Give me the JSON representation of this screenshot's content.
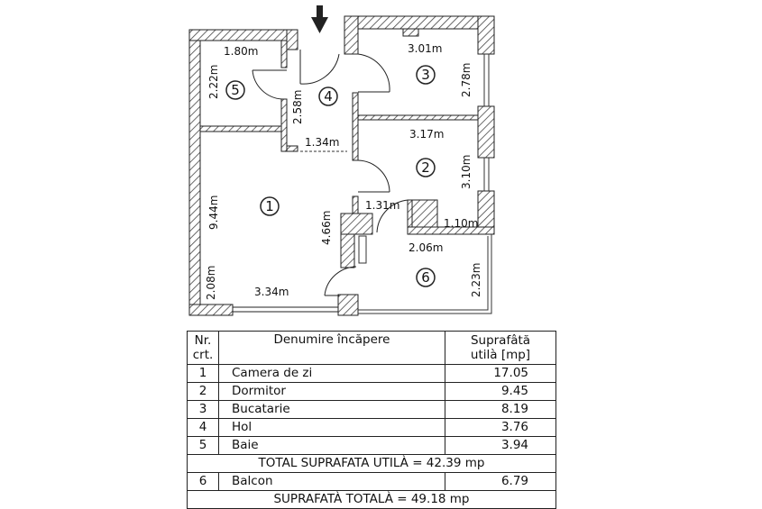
{
  "plan": {
    "dimensions": [
      "1.80m",
      "2.22m",
      "2.58m",
      "3.01m",
      "2.78m",
      "1.34m",
      "3.17m",
      "3.10m",
      "9.44m",
      "4.66m",
      "1.31m",
      "1.10m",
      "2.06m",
      "2.08m",
      "3.34m",
      "2.23m"
    ],
    "room_numbers": [
      "1",
      "2",
      "3",
      "4",
      "5",
      "6"
    ],
    "entrance_icon": "arrow-down-icon"
  },
  "table": {
    "headers": {
      "nr": "Nr.\ncrt.",
      "nr_line1": "Nr.",
      "nr_line2": "crt.",
      "name": "Denumire încăpere",
      "area_line1": "Suprafâtă",
      "area_line2": "utilà [mp]"
    },
    "rows": [
      {
        "nr": "1",
        "name": "Camera de zi",
        "area": "17.05"
      },
      {
        "nr": "2",
        "name": "Dormitor",
        "area": "9.45"
      },
      {
        "nr": "3",
        "name": "Bucatarie",
        "area": "8.19"
      },
      {
        "nr": "4",
        "name": "Hol",
        "area": "3.76"
      },
      {
        "nr": "5",
        "name": "Baie",
        "area": "3.94"
      }
    ],
    "total_useful": "TOTAL SUPRAFATA UTILÀ = 42.39 mp",
    "balcony": {
      "nr": "6",
      "name": "Balcon",
      "area": "6.79"
    },
    "total": "SUPRAFATÀ TOTALÀ = 49.18 mp"
  }
}
